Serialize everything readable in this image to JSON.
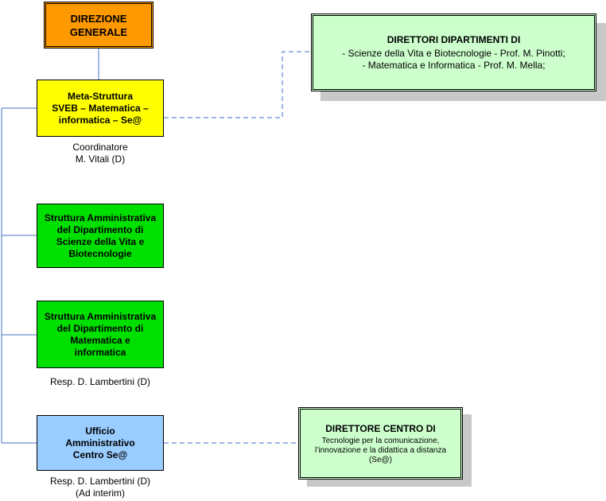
{
  "direzione_generale": {
    "lines": [
      "DIREZIONE",
      "GENERALE"
    ]
  },
  "meta_struttura": {
    "lines": [
      "Meta-Struttura",
      "SVEB – Matematica –",
      "informatica – Se@"
    ],
    "caption": [
      "Coordinatore",
      "M. Vitali (D)"
    ]
  },
  "struttura_scienze_vita": {
    "lines": [
      "Struttura Amministrativa",
      "del Dipartimento di",
      "Scienze della Vita e",
      "Biotecnologie"
    ]
  },
  "struttura_matematica": {
    "lines": [
      "Struttura Amministrativa",
      "del Dipartimento di",
      "Matematica e",
      "informatica"
    ],
    "caption": [
      "Resp. D. Lambertini (D)"
    ]
  },
  "ufficio_centro": {
    "lines": [
      "Ufficio",
      "Amministrativo",
      "Centro Se@"
    ],
    "caption": [
      "Resp. D. Lambertini (D)",
      "(Ad interim)"
    ]
  },
  "direttori_dipartimenti": {
    "title": "DIRETTORI DIPARTIMENTI DI",
    "lines": [
      "-  Scienze della Vita e Biotecnologie - Prof. M. Pinotti;",
      "- Matematica e Informatica - Prof. M. Mella;"
    ]
  },
  "direttore_centro": {
    "title": "DIRETTORE CENTRO DI",
    "lines": [
      "Tecnologie per la comunicazione,",
      "l’innovazione e la didattica a distanza",
      "(Se@)"
    ]
  },
  "colors": {
    "direzione": "#ff9900",
    "meta": "#ffff00",
    "struttura": "#00e000",
    "ufficio": "#99ccff",
    "direttori": "#ccffcc",
    "connector": "#4472c4"
  }
}
